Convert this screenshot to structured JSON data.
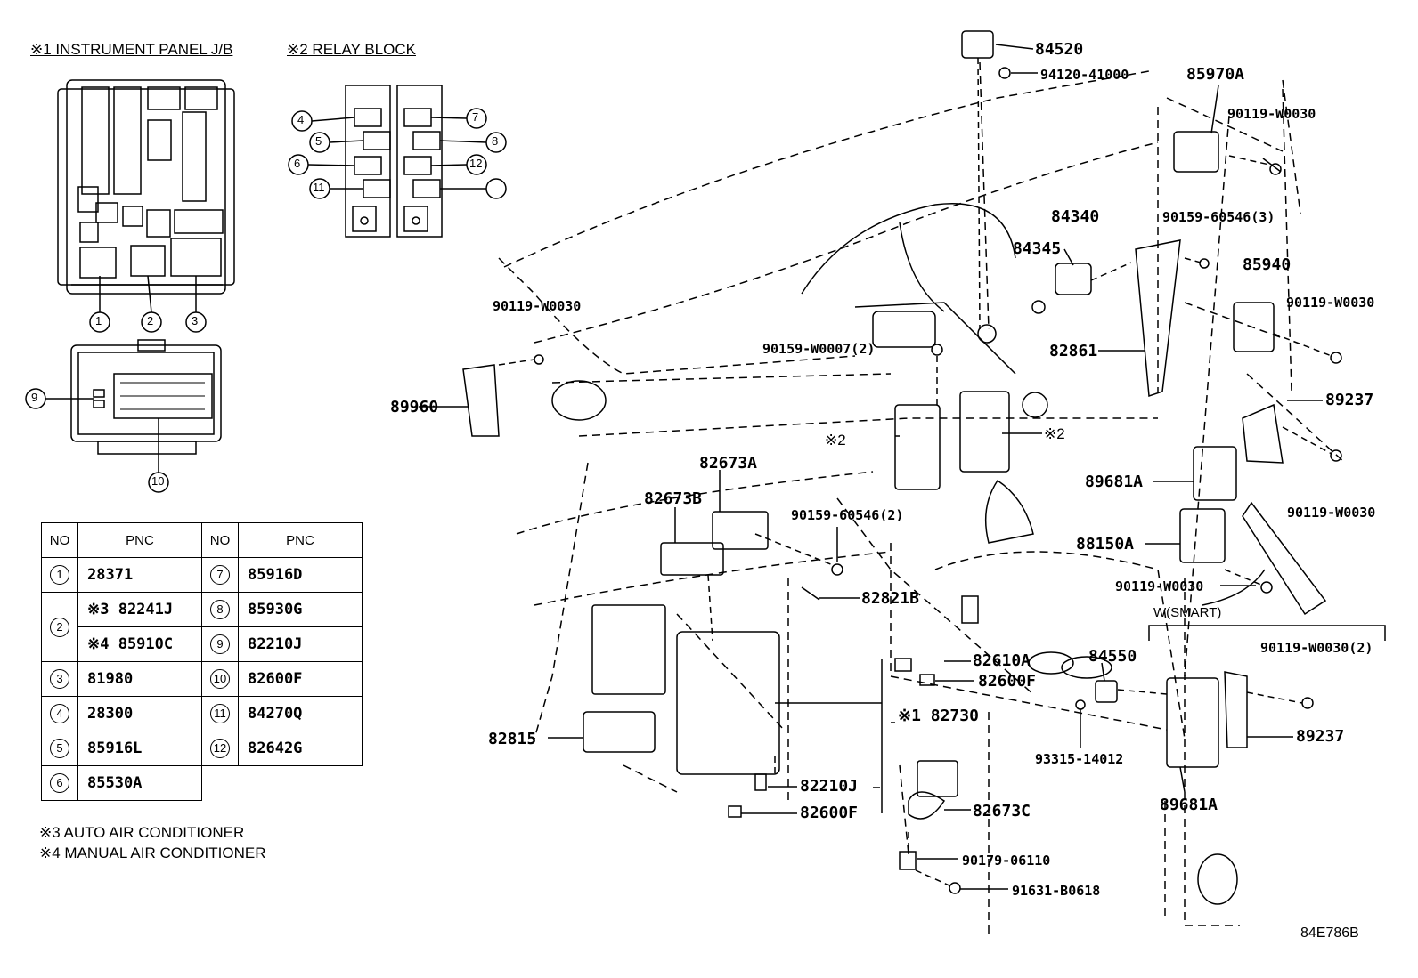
{
  "headers": {
    "instrument_panel_jb": "※1 INSTRUMENT PANEL J/B",
    "relay_block": "※2 RELAY BLOCK"
  },
  "callouts": {
    "c1": "1",
    "c2": "2",
    "c3": "3",
    "c4": "4",
    "c5": "5",
    "c6": "6",
    "c7": "7",
    "c8": "8",
    "c9": "9",
    "c10": "10",
    "c11": "11",
    "c12": "12"
  },
  "table": {
    "col_no": "NO",
    "col_pnc": "PNC",
    "rows_left": [
      {
        "no": "1",
        "pnc": [
          "28371"
        ]
      },
      {
        "no": "2",
        "pnc": [
          "※3 82241J",
          "※4 85910C"
        ]
      },
      {
        "no": "3",
        "pnc": [
          "81980"
        ]
      },
      {
        "no": "4",
        "pnc": [
          "28300"
        ]
      },
      {
        "no": "5",
        "pnc": [
          "85916L"
        ]
      },
      {
        "no": "6",
        "pnc": [
          "85530A"
        ]
      }
    ],
    "rows_right": [
      {
        "no": "7",
        "pnc": "85916D"
      },
      {
        "no": "8",
        "pnc": "85930G"
      },
      {
        "no": "9",
        "pnc": "82210J"
      },
      {
        "no": "10",
        "pnc": "82600F"
      },
      {
        "no": "11",
        "pnc": "84270Q"
      },
      {
        "no": "12",
        "pnc": "82642G"
      }
    ]
  },
  "notes": {
    "n3": "※3 AUTO AIR CONDITIONER",
    "n4": "※4 MANUAL AIR CONDITIONER"
  },
  "part_labels": {
    "p84520": "84520",
    "p94120": "94120-41000",
    "p85970A": "85970A",
    "p90119_a": "90119-W0030",
    "p84340": "84340",
    "p84345": "84345",
    "p90159_3": "90159-60546(3)",
    "p85940": "85940",
    "p90119_b": "90119-W0030",
    "p90119_c": "90119-W0030",
    "p90159_w": "90159-W0007(2)",
    "p82861": "82861",
    "p89237_a": "89237",
    "p89960": "89960",
    "p_x2_left": "※2",
    "p_x2_right": "※2",
    "p82673A": "82673A",
    "p82673B": "82673B",
    "p89681A_a": "89681A",
    "p90119_d": "90119-W0030",
    "p90159_2": "90159-60546(2)",
    "p88150A": "88150A",
    "p90119_e": "90119-W0030",
    "p82821B": "82821B",
    "p_wsmart": "W(SMART)",
    "p84550": "84550",
    "p90119_f": "90119-W0030(2)",
    "p82610A": "82610A",
    "p82600F_a": "82600F",
    "p82730": "※1 82730",
    "p82815": "82815",
    "p89237_b": "89237",
    "p93315": "93315-14012",
    "p89681A_b": "89681A",
    "p82210J": "82210J",
    "p82673C": "82673C",
    "p82600F_b": "82600F",
    "p90179": "90179-06110",
    "p91631": "91631-B0618",
    "code": "84E786B"
  }
}
